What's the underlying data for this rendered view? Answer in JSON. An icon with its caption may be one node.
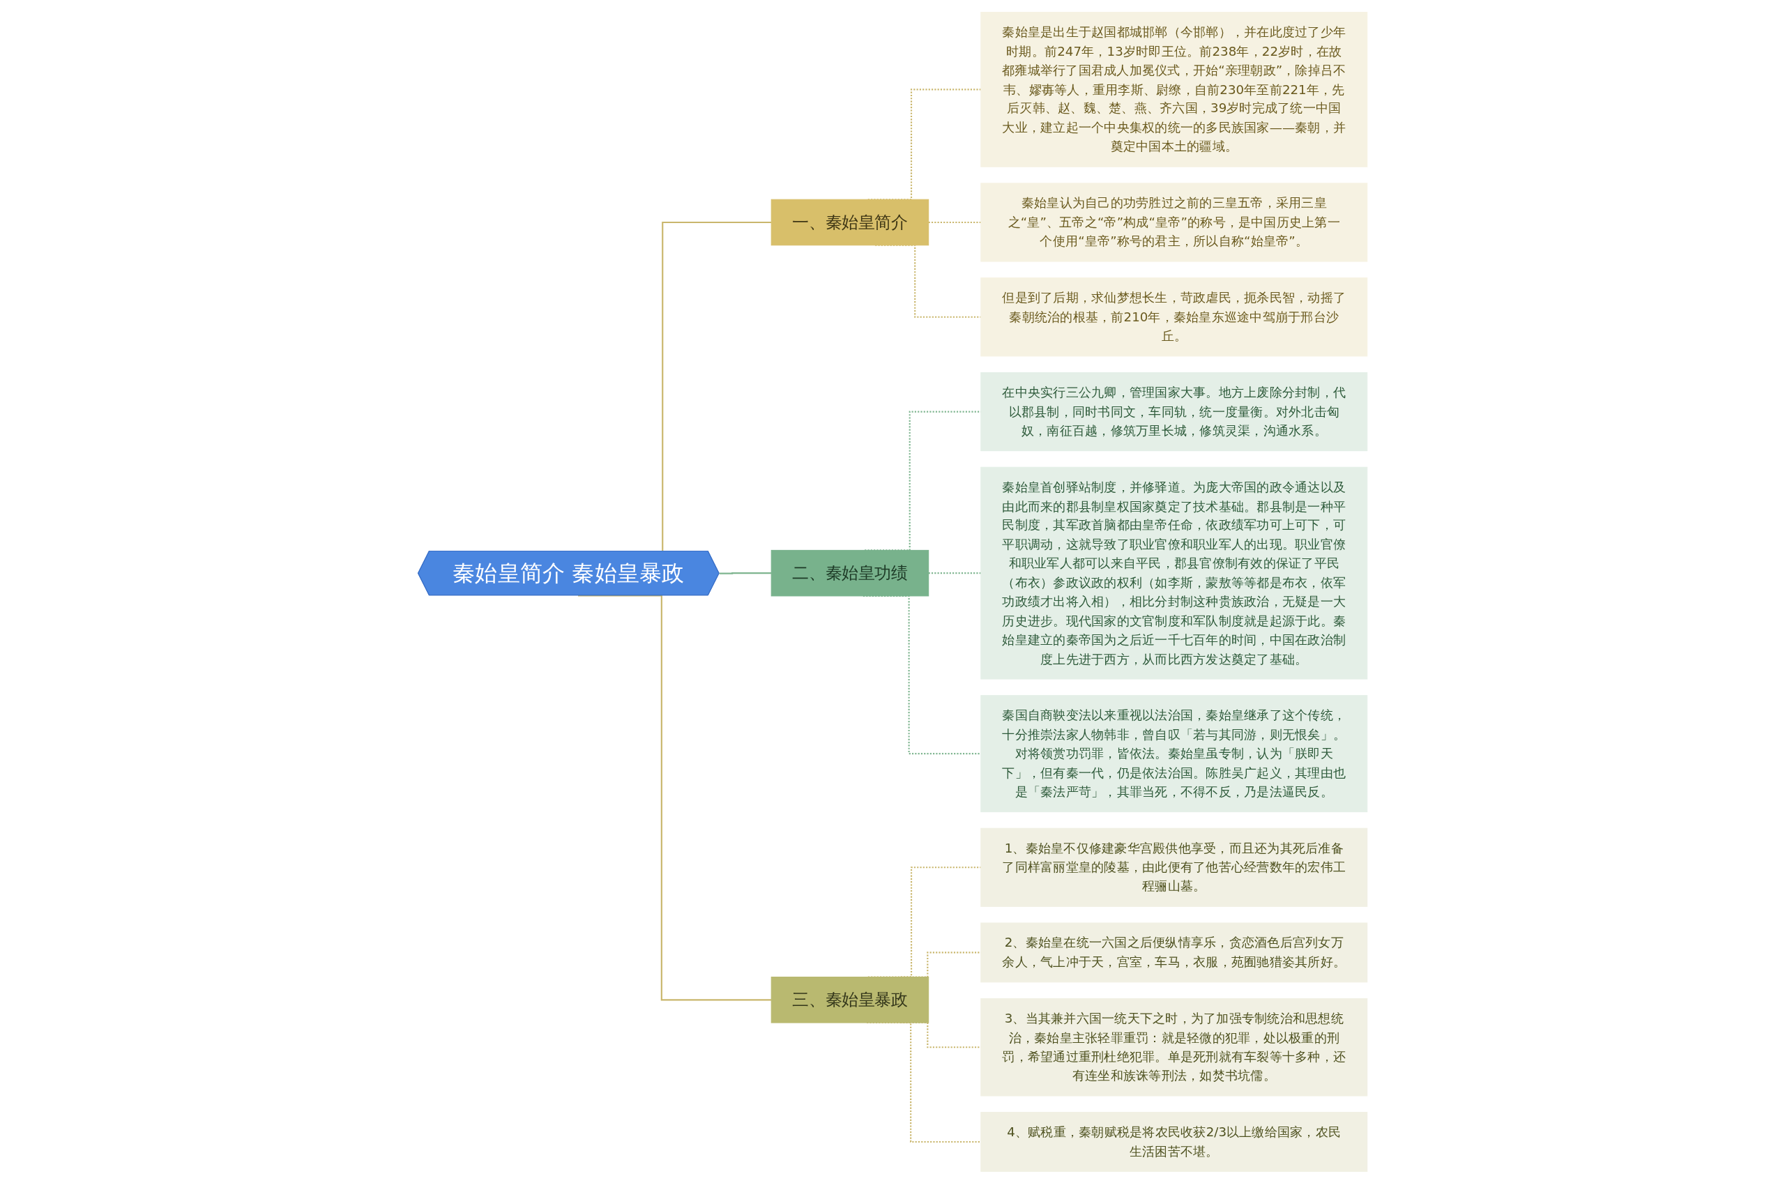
{
  "diagram": {
    "nodes": [
      {
        "text": [
          "秦始皇简介 秦始皇暴政"
        ]
      },
      {
        "text": [
          "一、秦始皇简介"
        ]
      },
      {
        "text": [
          "秦始皇是出生于赵国都城邯郸（今邯郸），并在此度过了少年时期。前247年，13岁时即王位。前238年，22岁时，在故都雍城举行了国君成人加冕仪式，开始“亲理朝政”，除掉吕不韦、嫪毐等人，重用李斯、尉缭，自前230年至前221年，先后灭韩、赵、魏、楚、燕、齐六国，39岁时完成了统一中国大业，建立起一个中央集权的统一的多民族国家——秦朝，并奠定中国本土的疆域。"
        ]
      },
      {
        "text": [
          "秦始皇认为自己的功劳胜过之前的三皇五帝，采用三皇之“皇”、五帝之“帝”构成“皇帝”的称号，是中国历史上第一个使用“皇帝”称号的君主，所以自称“始皇帝”。"
        ]
      },
      {
        "text": [
          "但是到了后期，求仙梦想长生，苛政虐民，扼杀民智，动摇了秦朝统治的根基，前210年，秦始皇东巡途中驾崩于邢台沙丘。"
        ]
      },
      {
        "text": [
          "二、秦始皇功绩"
        ]
      },
      {
        "text": [
          "在中央实行三公九卿，管理国家大事。地方上废除分封制，代以郡县制，同时书同文，车同轨，统一度量衡。对外北击匈奴，南征百越，修筑万里长城，修筑灵渠，沟通水系。"
        ]
      },
      {
        "text": [
          "秦始皇首创驿站制度，并修驿道。为庞大帝国的政令通达以及由此而来的郡县制皇权国家奠定了技术基础。郡县制是一种平民制度，其军政首脑都由皇帝任命，依政绩军功可上可下，可平职调动，这就导致了职业官僚和职业军人的出现。职业官僚和职业军人都可以来自平民，郡县官僚制有效的保证了平民（布衣）参政议政的权利（如李斯，蒙敖等等都是布衣，依军功政绩才出将入相），相比分封制这种贵族政治，无疑是一大历史进步。现代国家的文官制度和军队制度就是起源于此。秦始皇建立的秦帝国为之后近一千七百年的时间，中国在政治制度上先进于西方，从而比西方发达奠定了基础。"
        ]
      },
      {
        "text": [
          "秦国自商鞅变法以来重视以法治国，秦始皇继承了这个传统，十分推崇法家人物韩非，曾自叹「若与其同游，则无恨矣」。对将领赏功罚罪，皆依法。秦始皇虽专制，认为「朕即天下」，但有秦一代，仍是依法治国。陈胜吴广起义，其理由也是「秦法严苛」，其罪当死，不得不反，乃是法逼民反。"
        ]
      },
      {
        "text": [
          "三、秦始皇暴政"
        ]
      },
      {
        "text": [
          "1、秦始皇不仅修建豪华宫殿供他享受，而且还为其死后准备了同样富丽堂皇的陵墓，由此便有了他苦心经营数年的宏伟工程骊山墓。"
        ]
      },
      {
        "text": [
          "2、秦始皇在统一六国之后便纵情享乐，贪恋酒色后宫列女万余人，气上冲于天，宫室，车马，衣服，苑囿驰猎姿其所好。"
        ]
      },
      {
        "text": [
          "3、当其兼并六国一统天下之时，为了加强专制统治和思想统治，秦始皇主张轻罪重罚：就是轻微的犯罪，处以极重的刑罚，希望通过重刑杜绝犯罪。单是死刑就有车裂等十多种，还有连坐和族诛等刑法，如焚书坑儒。"
        ]
      },
      {
        "text": [
          "4、赋税重，秦朝赋税是将农民收获2/3以上缴给国家，农民生活困苦不堪。"
        ]
      }
    ],
    "edges": [
      {
        "from": 0,
        "to": 1,
        "arrow": "none"
      },
      {
        "from": 1,
        "to": 2,
        "arrow": "none",
        "style": "dashed"
      },
      {
        "from": 1,
        "to": 3,
        "arrow": "none",
        "style": "dashed"
      },
      {
        "from": 1,
        "to": 4,
        "arrow": "none",
        "style": "dashed"
      },
      {
        "from": 0,
        "to": 5,
        "arrow": "none",
        "color": "#7fb590"
      },
      {
        "from": 5,
        "to": 6,
        "arrow": "none",
        "style": "dashed",
        "color": "#7fb590"
      },
      {
        "from": 5,
        "to": 7,
        "arrow": "none",
        "style": "dashed",
        "color": "#7fb590"
      },
      {
        "from": 5,
        "to": 8,
        "arrow": "none",
        "style": "dashed",
        "color": "#7fb590"
      },
      {
        "from": 0,
        "to": 9,
        "arrow": "none"
      },
      {
        "from": 9,
        "to": 10,
        "arrow": "none",
        "style": "dashed"
      },
      {
        "from": 9,
        "to": 11,
        "arrow": "none",
        "style": "dashed"
      },
      {
        "from": 9,
        "to": 12,
        "arrow": "none",
        "style": "dashed"
      },
      {
        "from": 9,
        "to": 13,
        "arrow": "none",
        "style": "dashed"
      }
    ]
  }
}
